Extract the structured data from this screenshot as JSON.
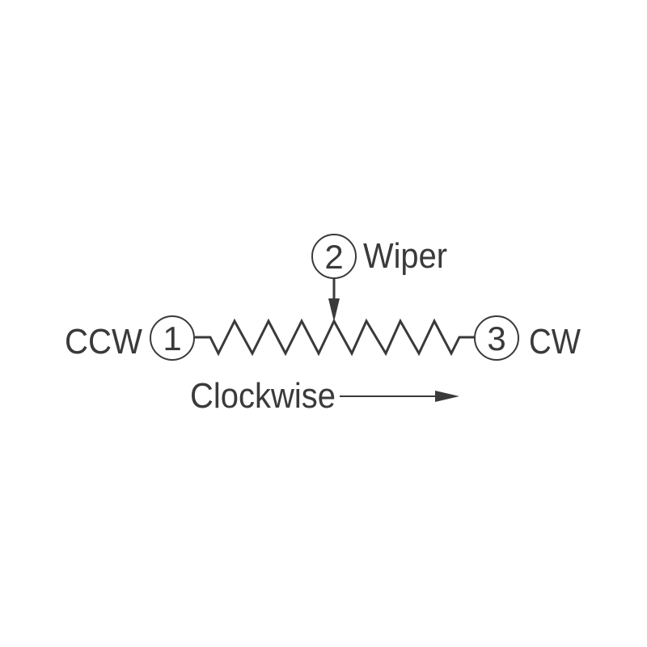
{
  "diagram": {
    "title": "Potentiometer schematic",
    "terminals": [
      {
        "number": "1",
        "label": "CCW"
      },
      {
        "number": "2",
        "label": "Wiper"
      },
      {
        "number": "3",
        "label": "CW"
      }
    ],
    "direction_label": "Clockwise",
    "color": "#3a3a3a"
  }
}
